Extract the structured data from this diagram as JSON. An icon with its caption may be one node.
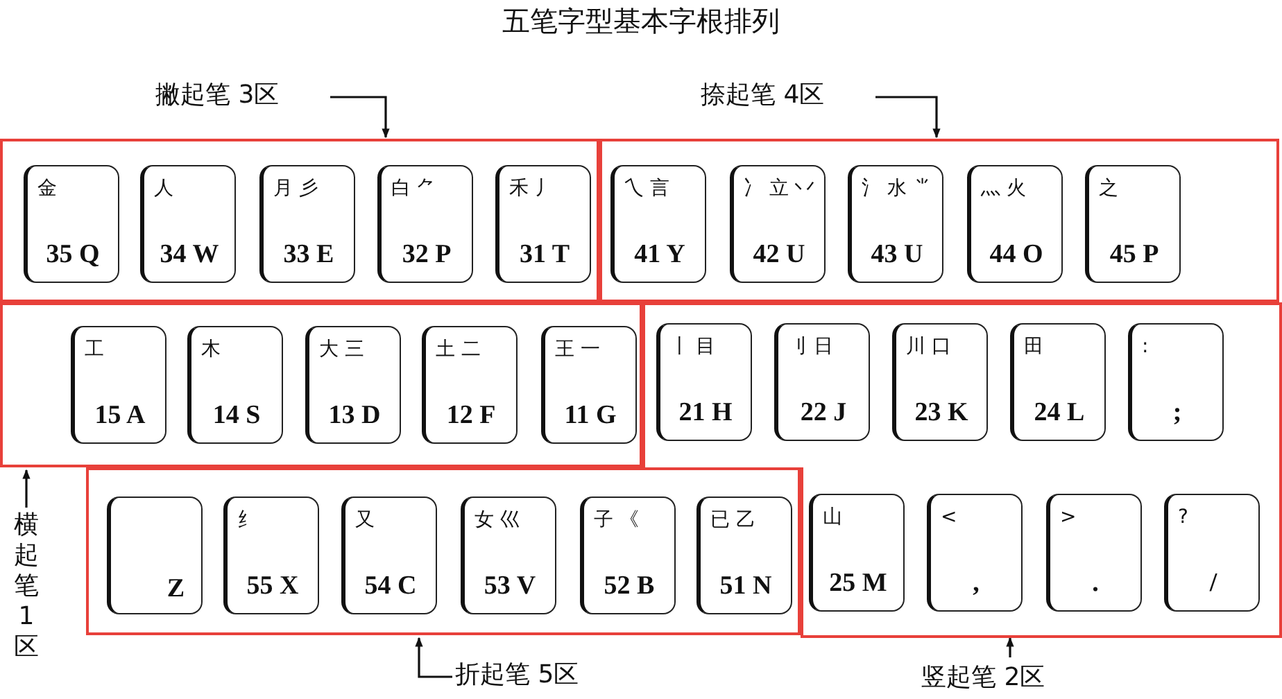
{
  "diagram": {
    "title": "五笔字型基本字根排列",
    "nodes": [
      {
        "text": [
          "撇起笔 3区"
        ]
      },
      {
        "text": [
          "捺起笔 4区"
        ]
      },
      {
        "text": [],
        "shape": "box"
      },
      {
        "text": [
          "金",
          "35 Q"
        ],
        "in": 2
      },
      {
        "text": [
          "人",
          "34 W"
        ],
        "in": 2
      },
      {
        "text": [
          "月 彡",
          "33 E"
        ],
        "in": 2
      },
      {
        "text": [
          "白 ⺈",
          "32 P"
        ],
        "in": 2
      },
      {
        "text": [
          "禾 丿",
          "31 T"
        ],
        "in": 2
      },
      {
        "text": [],
        "shape": "box"
      },
      {
        "text": [
          "乀 言",
          "41 Y"
        ],
        "in": 8
      },
      {
        "text": [
          "冫 立 丷",
          "42 U"
        ],
        "in": 8
      },
      {
        "text": [
          "氵 水 ⺌",
          "43 U"
        ],
        "in": 8
      },
      {
        "text": [
          "灬 火",
          "44 O"
        ],
        "in": 8
      },
      {
        "text": [
          "之",
          "45 P"
        ],
        "in": 8
      },
      {
        "text": [],
        "shape": "box"
      },
      {
        "text": [
          "工",
          "15 A"
        ],
        "in": 14
      },
      {
        "text": [
          "木",
          "14 S"
        ],
        "in": 14
      },
      {
        "text": [
          "大 三",
          "13 D"
        ],
        "in": 14
      },
      {
        "text": [
          "土 二",
          "12 F"
        ],
        "in": 14
      },
      {
        "text": [
          "王 一",
          "11 G"
        ],
        "in": 14
      },
      {
        "text": [],
        "shape": "box"
      },
      {
        "text": [
          "丨 目",
          "21 H"
        ],
        "in": 20
      },
      {
        "text": [
          "刂 日",
          "22 J"
        ],
        "in": 20
      },
      {
        "text": [
          "川 口",
          "23 K"
        ],
        "in": 20
      },
      {
        "text": [
          "田",
          "24 L"
        ],
        "in": 20
      },
      {
        "text": [
          ":",
          ";"
        ],
        "in": 20
      },
      {
        "text": [],
        "shape": "box"
      },
      {
        "text": [
          "Z"
        ],
        "in": 26
      },
      {
        "text": [
          "纟",
          "55 X"
        ],
        "in": 26
      },
      {
        "text": [
          "又",
          "54 C"
        ],
        "in": 26
      },
      {
        "text": [
          "女 巛",
          "53 V"
        ],
        "in": 26
      },
      {
        "text": [
          "子 《",
          "52 B"
        ],
        "in": 26
      },
      {
        "text": [
          "已 乙",
          "51 N"
        ],
        "in": 26
      },
      {
        "text": [
          "山",
          "25 M"
        ],
        "in": 20
      },
      {
        "text": [
          "<",
          ","
        ],
        "in": 20
      },
      {
        "text": [
          ">",
          "."
        ],
        "in": 20
      },
      {
        "text": [
          "?",
          "/"
        ],
        "in": 20
      },
      {
        "text": [
          "横起笔 1区"
        ]
      },
      {
        "text": [
          "折起笔 5区"
        ]
      },
      {
        "text": [
          "竖起笔 2区"
        ]
      }
    ],
    "edges": [
      {
        "from": 0,
        "to": 2,
        "arrow": "to"
      },
      {
        "from": 1,
        "to": 8,
        "arrow": "to"
      },
      {
        "from": 37,
        "to": 14,
        "arrow": "to"
      },
      {
        "from": 38,
        "to": 26,
        "arrow": "to"
      },
      {
        "from": 39,
        "to": 20,
        "arrow": "to"
      }
    ]
  }
}
